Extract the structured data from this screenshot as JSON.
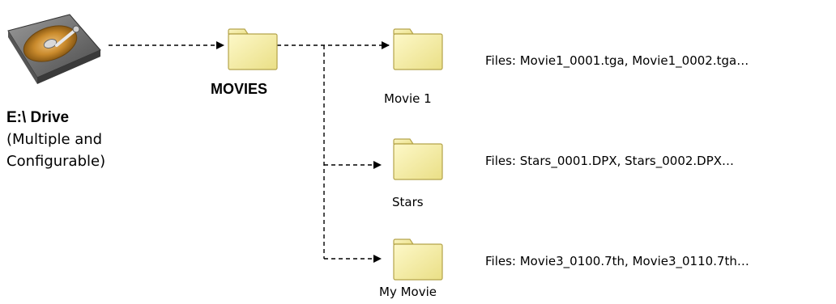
{
  "drive": {
    "icon": "hard-drive-icon",
    "title": "E:\\ Drive",
    "subtitle_line1": "(Multiple and",
    "subtitle_line2": "Configurable)"
  },
  "root_folder": {
    "icon": "folder-icon",
    "label": "MOVIES"
  },
  "subfolders": [
    {
      "icon": "folder-icon",
      "label": "Movie 1",
      "files": "Files: Movie1_0001.tga, Movie1_0002.tga…"
    },
    {
      "icon": "folder-icon",
      "label": "Stars",
      "files": "Files: Stars_0001.DPX, Stars_0002.DPX…"
    },
    {
      "icon": "folder-icon",
      "label": "My Movie",
      "files": "Files: Movie3_0100.7th, Movie3_0110.7th…"
    }
  ],
  "colors": {
    "folder_fill": "#f6ee9e",
    "folder_stroke": "#b4a34a",
    "line": "#000000"
  }
}
